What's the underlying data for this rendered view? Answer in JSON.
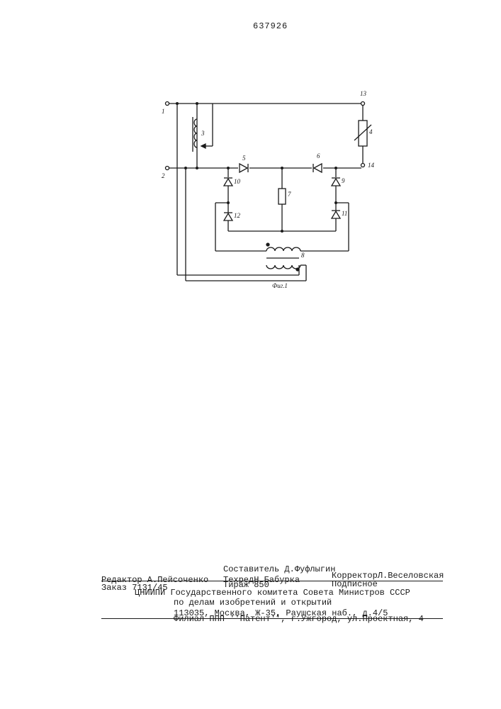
{
  "document": {
    "number": "637926"
  },
  "figure": {
    "caption": "Фиг.1",
    "terminals": {
      "t1": "1",
      "t2": "2",
      "t13": "13",
      "t14": "14"
    },
    "components": {
      "c3": "3",
      "c4": "4",
      "c5": "5",
      "c6": "6",
      "c7": "7",
      "c8": "8",
      "c9": "9",
      "c10": "10",
      "c11": "11",
      "c12": "12"
    }
  },
  "colophon": {
    "compiler": "Составитель Д.Фуфлыгин",
    "editor": "Редактор А.Пейсоченко",
    "techred": "ТехредН.Бабурка",
    "corrector": "КорректорЛ.Веселовская",
    "order": "Заказ 7131/45",
    "circulation": "Тираж 850",
    "subscription": "Подписное",
    "org_line1": "ЦНИИПИ Государственного комитета Совета Министров СССР",
    "org_line2": "по делам изобретений и открытий",
    "org_line3": "113035, Москва, Ж-35, Раушская наб., д.4/5",
    "branch": "Филиал ППП ''Патент'', г.Ужгород, ул.Проектная, 4"
  }
}
